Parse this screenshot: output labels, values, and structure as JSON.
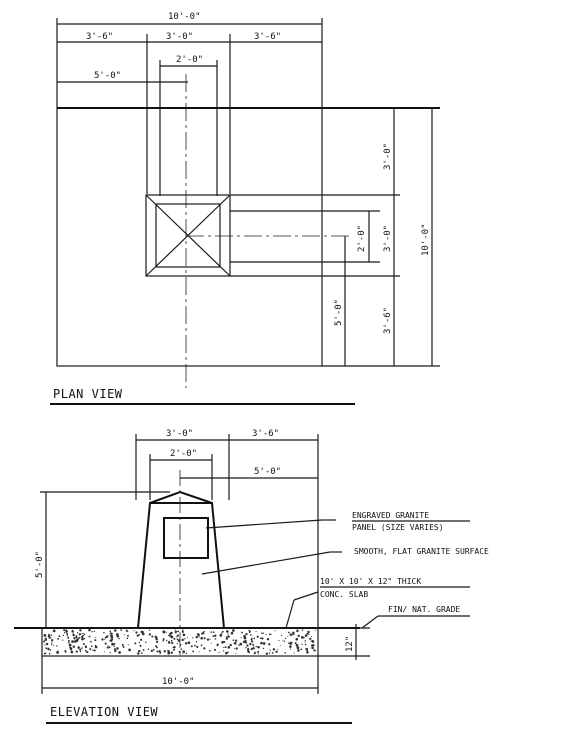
{
  "plan": {
    "title": "PLAN VIEW",
    "dims": {
      "overall_width": "10'-0\"",
      "left_seg": "3'-6\"",
      "mid_seg": "3'-0\"",
      "right_seg": "3'-6\"",
      "inner": "2'-0\"",
      "center": "5'-0\"",
      "right_top": "3'-0\"",
      "right_mid": "3'-0\"",
      "right_inner": "2'-0\"",
      "right_bot": "3'-6\"",
      "right_overall": "10'-0\"",
      "right_center": "5'-0\""
    }
  },
  "elevation": {
    "title": "ELEVATION VIEW",
    "dims": {
      "top_mid": "3'-0\"",
      "top_right": "3'-6\"",
      "inner": "2'-0\"",
      "center": "5'-0\"",
      "height": "5'-0\"",
      "slab_thk": "12\"",
      "bottom": "10'-0\""
    },
    "notes": {
      "engraved_1": "ENGRAVED GRANITE",
      "engraved_2": "PANEL (SIZE VARIES)",
      "smooth": "SMOOTH, FLAT GRANITE SURFACE",
      "slab_1": "10' X 10' X 12\" THICK",
      "slab_2": "CONC. SLAB",
      "grade": "FIN/ NAT. GRADE"
    }
  }
}
